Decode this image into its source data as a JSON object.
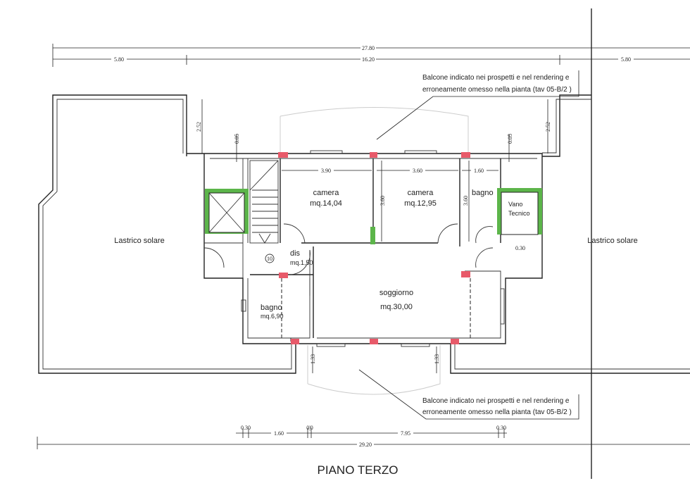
{
  "title": "PIANO TERZO",
  "dimensions": {
    "top_total": "27.80",
    "top_left": "5.80",
    "top_middle": "16.20",
    "top_right": "5.80",
    "left_depth": "2.52",
    "left_gap": "0.05",
    "right_depth": "2.52",
    "right_gap": "0.05",
    "camera1_width": "3.90",
    "camera2_width": "3.60",
    "bagno_width": "1.60",
    "camera2_depth": "3.60",
    "bagno_depth": "3.60",
    "vano_offset": "0.30",
    "balcony_left": "1.33",
    "balcony_right": "1.33",
    "bottom_a": "0.30",
    "bottom_b": "1.60",
    "bottom_c": "0|0",
    "bottom_d": "7.95",
    "bottom_e": "0.30",
    "bottom_total": "29.20"
  },
  "rooms": {
    "camera1": {
      "name": "camera",
      "area": "mq.14,04"
    },
    "camera2": {
      "name": "camera",
      "area": "mq.12,95"
    },
    "bagno_top": {
      "name": "bagno"
    },
    "vano": {
      "line1": "Vano",
      "line2": "Tecnico"
    },
    "dis": {
      "name": "dis",
      "area": "mq.1,50"
    },
    "bagno_bottom": {
      "name": "bagno",
      "area": "mq.6,90"
    },
    "soggiorno": {
      "name": "soggiorno",
      "area": "mq.30,00"
    },
    "terrace_left": "Lastrico solare",
    "terrace_right": "Lastrico solare"
  },
  "stair_marker": "10",
  "notes": {
    "top": {
      "line1": "Balcone indicato nei prospetti e nel rendering e",
      "line2": "erroneamente omesso nella pianta (tav 05-B/2 )"
    },
    "bottom": {
      "line1": "Balcone indicato nei prospetti e nel rendering e",
      "line2": "erroneamente omesso nella pianta (tav 05-B/2 )"
    }
  },
  "colors": {
    "pillar": "#e85a6a",
    "green_wall": "#5cb54a"
  }
}
